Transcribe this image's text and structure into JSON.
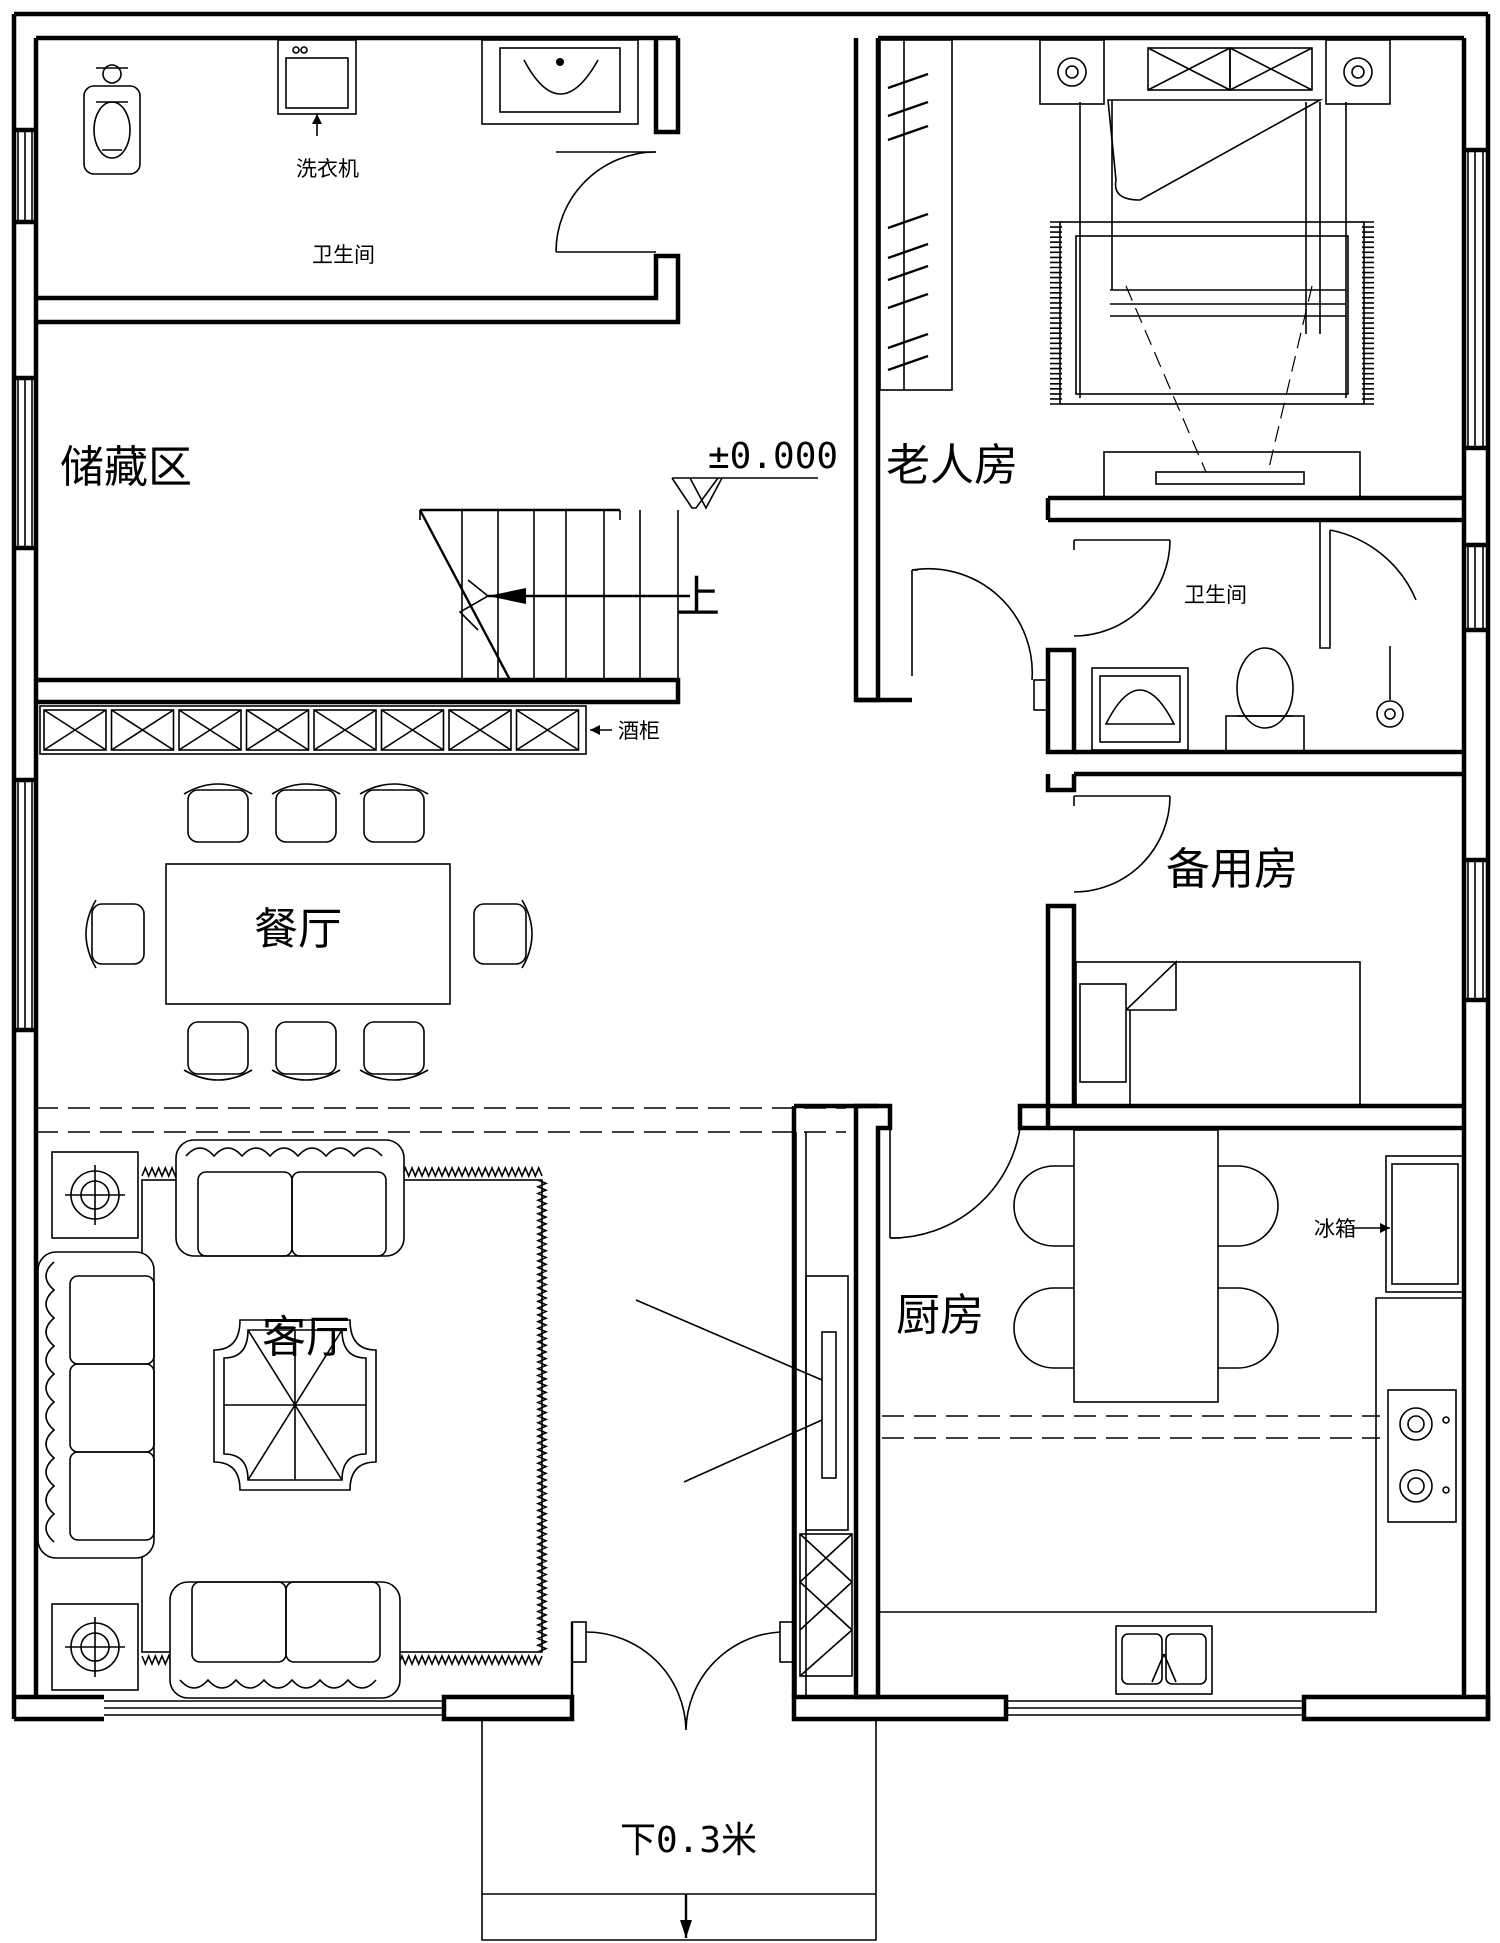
{
  "rooms": {
    "bathroom_top": "卫生间",
    "storage": "储藏区",
    "elderly_room": "老人房",
    "bathroom_right": "卫生间",
    "spare_room": "备用房",
    "dining": "餐厅",
    "living": "客厅",
    "kitchen": "厨房"
  },
  "annotations": {
    "washing_machine": "洗衣机",
    "wine_cabinet": "酒柜",
    "fridge": "冰箱",
    "stair_up": "上",
    "elevation": "±0.000",
    "step_down": "下0.3米"
  }
}
